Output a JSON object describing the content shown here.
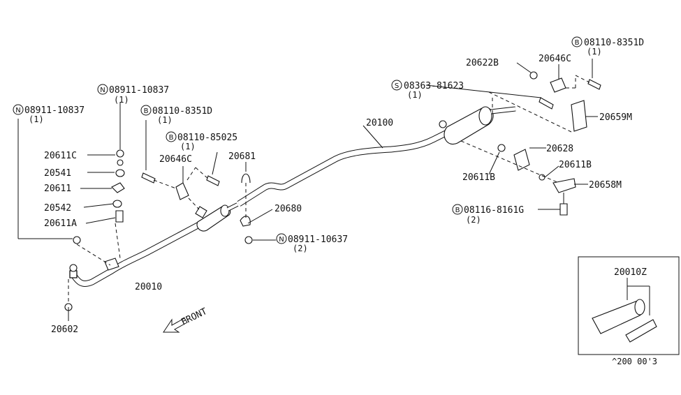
{
  "parts": {
    "p20100": "20100",
    "p20010": "20010",
    "p20010z": "20010Z",
    "p20602": "20602",
    "p20611c": "20611C",
    "p20541": "20541",
    "p20611": "20611",
    "p20542": "20542",
    "p20611a": "20611A",
    "p20646c_left": "20646C",
    "p20681": "20681",
    "p20680": "20680",
    "p20622b": "20622B",
    "p20646c_right": "20646C",
    "p20659m": "20659M",
    "p20628": "20628",
    "p20611b_a": "20611B",
    "p20611b_b": "20611B",
    "p20658m": "20658M"
  },
  "fasteners": {
    "n1": {
      "prefix": "N",
      "number": "08911-10837",
      "qty": "(1)"
    },
    "n2": {
      "prefix": "N",
      "number": "08911-10837",
      "qty": "(1)"
    },
    "b1": {
      "prefix": "B",
      "number": "08110-8351D",
      "qty": "(1)"
    },
    "b2": {
      "prefix": "B",
      "number": "08110-85025",
      "qty": "(1)"
    },
    "n3": {
      "prefix": "N",
      "number": "08911-10637",
      "qty": "(2)"
    },
    "s1": {
      "prefix": "S",
      "number": "08363-81623",
      "qty": "(1)"
    },
    "b3": {
      "prefix": "B",
      "number": "08110-8351D",
      "qty": "(1)"
    },
    "b4": {
      "prefix": "B",
      "number": "08116-8161G",
      "qty": "(2)"
    }
  },
  "front_label": "FRONT",
  "footer_code": "^200  00'3"
}
